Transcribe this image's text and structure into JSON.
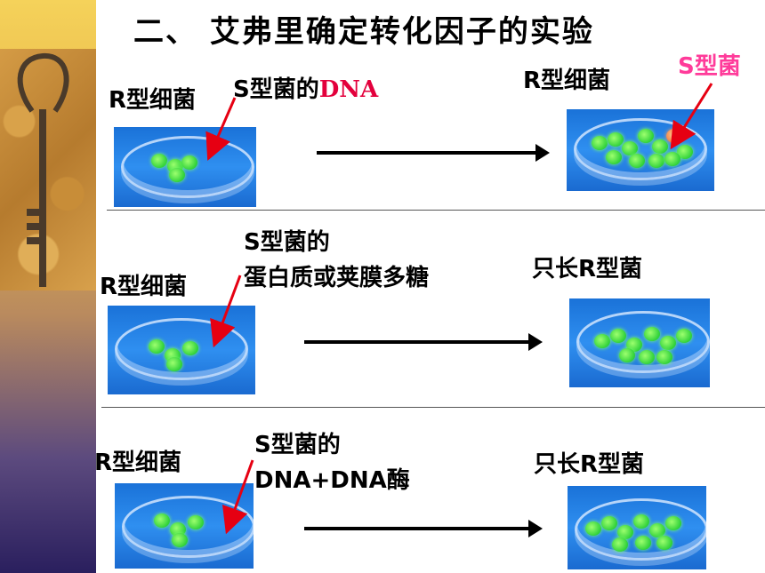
{
  "title": "二、 艾弗里确定转化因子的实验",
  "rows": [
    {
      "left_label": "R型细菌",
      "added_prefix": "S型菌的",
      "added_highlight": "DNA",
      "right_label": "R型细菌",
      "right_extra_label": "S型菌"
    },
    {
      "left_label": "R型细菌",
      "added_line1": "S型菌的",
      "added_line2": "蛋白质或荚膜多糖",
      "right_label": "只长R型菌"
    },
    {
      "left_label": "R型细菌",
      "added_line1": "S型菌的",
      "added_line2": "DNA+DNA酶",
      "right_label": "只长R型菌"
    }
  ],
  "colors": {
    "arrow": "#000000",
    "pointer": "#e60012",
    "r_colony": "#33dd44",
    "s_colony": "#f07a3a",
    "dish": "#1f7ae0",
    "highlight_text": "#e3003c",
    "s_label": "#ff3b9a"
  }
}
